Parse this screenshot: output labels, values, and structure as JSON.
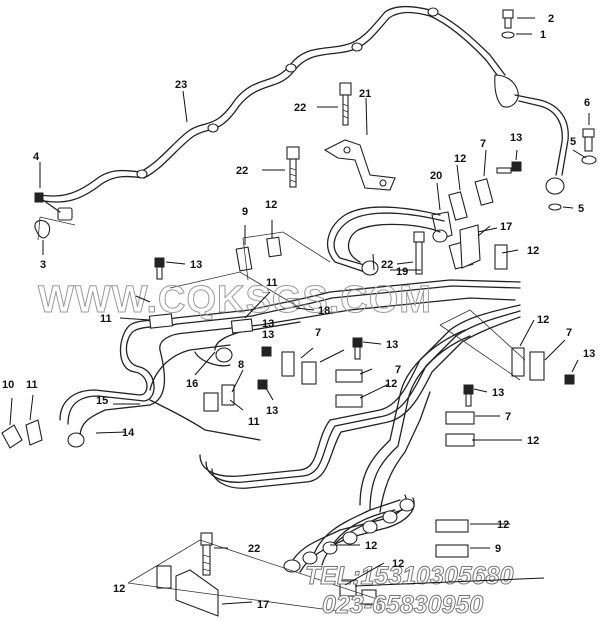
{
  "watermark": {
    "site": "WWW.CQKSGS.COM",
    "tel": "TEL:15310305680",
    "phone": "023-65830950"
  },
  "callouts": [
    {
      "id": "c1",
      "label": "1"
    },
    {
      "id": "c2",
      "label": "2"
    },
    {
      "id": "c3",
      "label": "3"
    },
    {
      "id": "c4",
      "label": "4"
    },
    {
      "id": "c5a",
      "label": "5"
    },
    {
      "id": "c5b",
      "label": "5"
    },
    {
      "id": "c6",
      "label": "6"
    },
    {
      "id": "c7a",
      "label": "7"
    },
    {
      "id": "c7b",
      "label": "7"
    },
    {
      "id": "c7c",
      "label": "7"
    },
    {
      "id": "c7d",
      "label": "7"
    },
    {
      "id": "c7e",
      "label": "7"
    },
    {
      "id": "c8",
      "label": "8"
    },
    {
      "id": "c9a",
      "label": "9"
    },
    {
      "id": "c9b",
      "label": "9"
    },
    {
      "id": "c10",
      "label": "10"
    },
    {
      "id": "c11a",
      "label": "11"
    },
    {
      "id": "c11b",
      "label": "11"
    },
    {
      "id": "c11c",
      "label": "11"
    },
    {
      "id": "c11d",
      "label": "11"
    },
    {
      "id": "c12a",
      "label": "12"
    },
    {
      "id": "c12b",
      "label": "12"
    },
    {
      "id": "c12c",
      "label": "12"
    },
    {
      "id": "c12d",
      "label": "12"
    },
    {
      "id": "c12e",
      "label": "12"
    },
    {
      "id": "c12f",
      "label": "12"
    },
    {
      "id": "c12g",
      "label": "12"
    },
    {
      "id": "c12h",
      "label": "12"
    },
    {
      "id": "c12i",
      "label": "12"
    },
    {
      "id": "c12j",
      "label": "12"
    },
    {
      "id": "c13a",
      "label": "13"
    },
    {
      "id": "c13b",
      "label": "13"
    },
    {
      "id": "c13c",
      "label": "13"
    },
    {
      "id": "c13d",
      "label": "13"
    },
    {
      "id": "c13e",
      "label": "13"
    },
    {
      "id": "c13f",
      "label": "13"
    },
    {
      "id": "c13g",
      "label": "13"
    },
    {
      "id": "c13h",
      "label": "13"
    },
    {
      "id": "c14",
      "label": "14"
    },
    {
      "id": "c15",
      "label": "15"
    },
    {
      "id": "c16",
      "label": "16"
    },
    {
      "id": "c17a",
      "label": "17"
    },
    {
      "id": "c17b",
      "label": "17"
    },
    {
      "id": "c18",
      "label": "18"
    },
    {
      "id": "c19",
      "label": "19"
    },
    {
      "id": "c20",
      "label": "20"
    },
    {
      "id": "c21",
      "label": "21"
    },
    {
      "id": "c22a",
      "label": "22"
    },
    {
      "id": "c22b",
      "label": "22"
    },
    {
      "id": "c22c",
      "label": "22"
    },
    {
      "id": "c22d",
      "label": "22"
    },
    {
      "id": "c23",
      "label": "23"
    }
  ]
}
